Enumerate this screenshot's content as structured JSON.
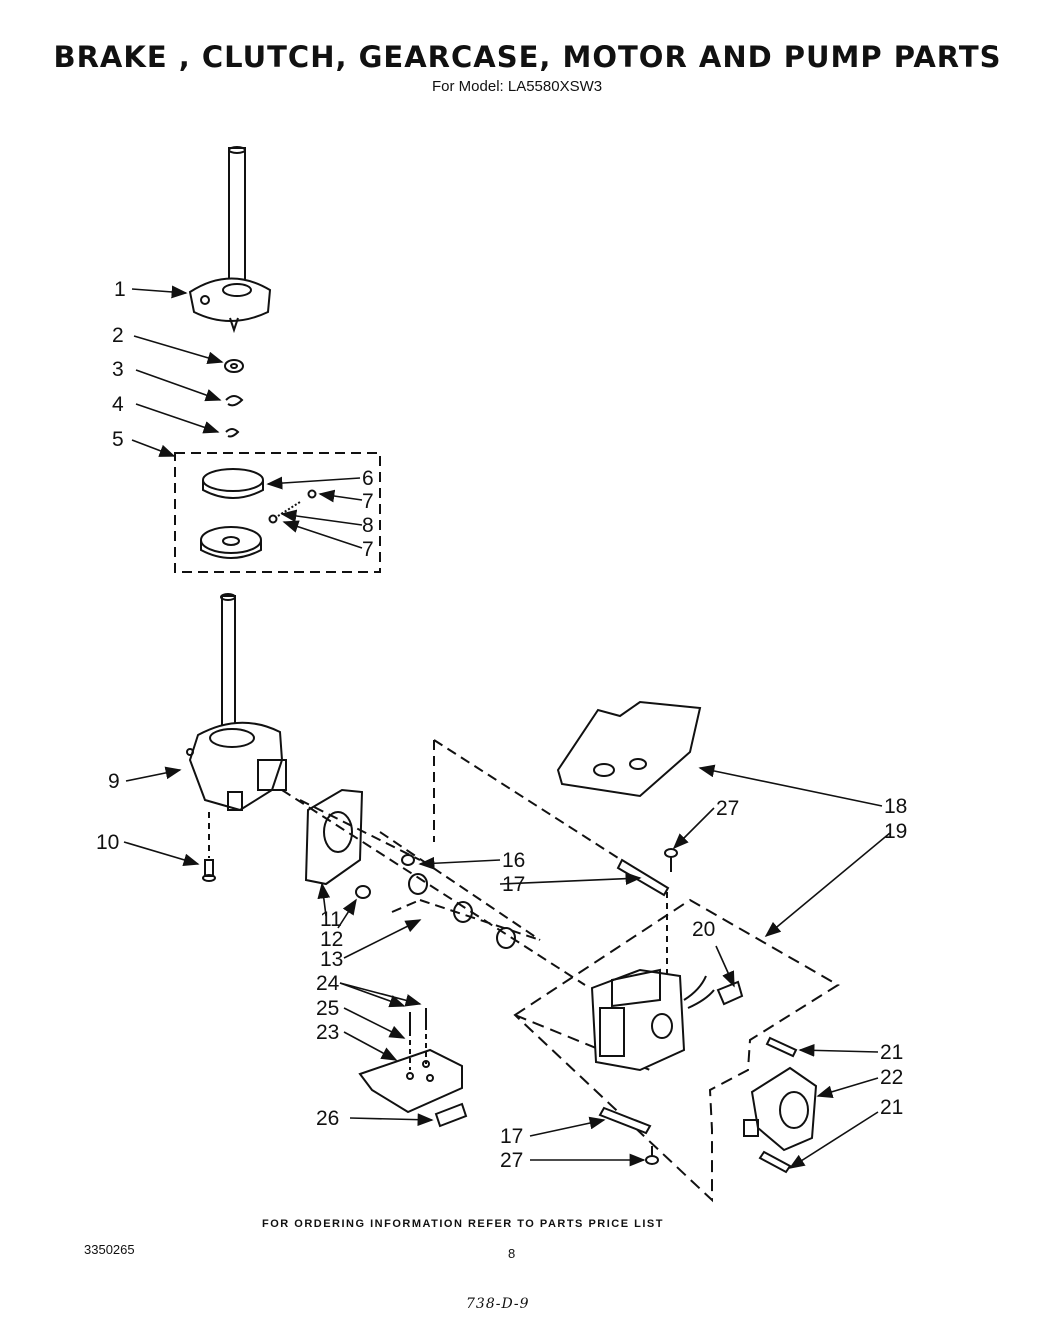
{
  "header": {
    "title": "BRAKE , CLUTCH, GEARCASE, MOTOR AND PUMP PARTS",
    "subtitle": "For Model: LA5580XSW3"
  },
  "callouts": {
    "c1": "1",
    "c2": "2",
    "c3": "3",
    "c4": "4",
    "c5": "5",
    "c6": "6",
    "c7a": "7",
    "c7b": "7",
    "c8": "8",
    "c9": "9",
    "c10": "10",
    "c11": "11",
    "c12": "12",
    "c13": "13",
    "c16": "16",
    "c17a": "17",
    "c17b": "17",
    "c18": "18",
    "c19": "19",
    "c20": "20",
    "c21a": "21",
    "c21b": "21",
    "c22": "22",
    "c23": "23",
    "c24": "24",
    "c25": "25",
    "c26": "26",
    "c27a": "27",
    "c27b": "27"
  },
  "footer": {
    "ordering_note": "FOR ORDERING INFORMATION REFER TO PARTS PRICE LIST",
    "doc_number": "3350265",
    "page_number": "8",
    "reference": "738-D-9"
  }
}
